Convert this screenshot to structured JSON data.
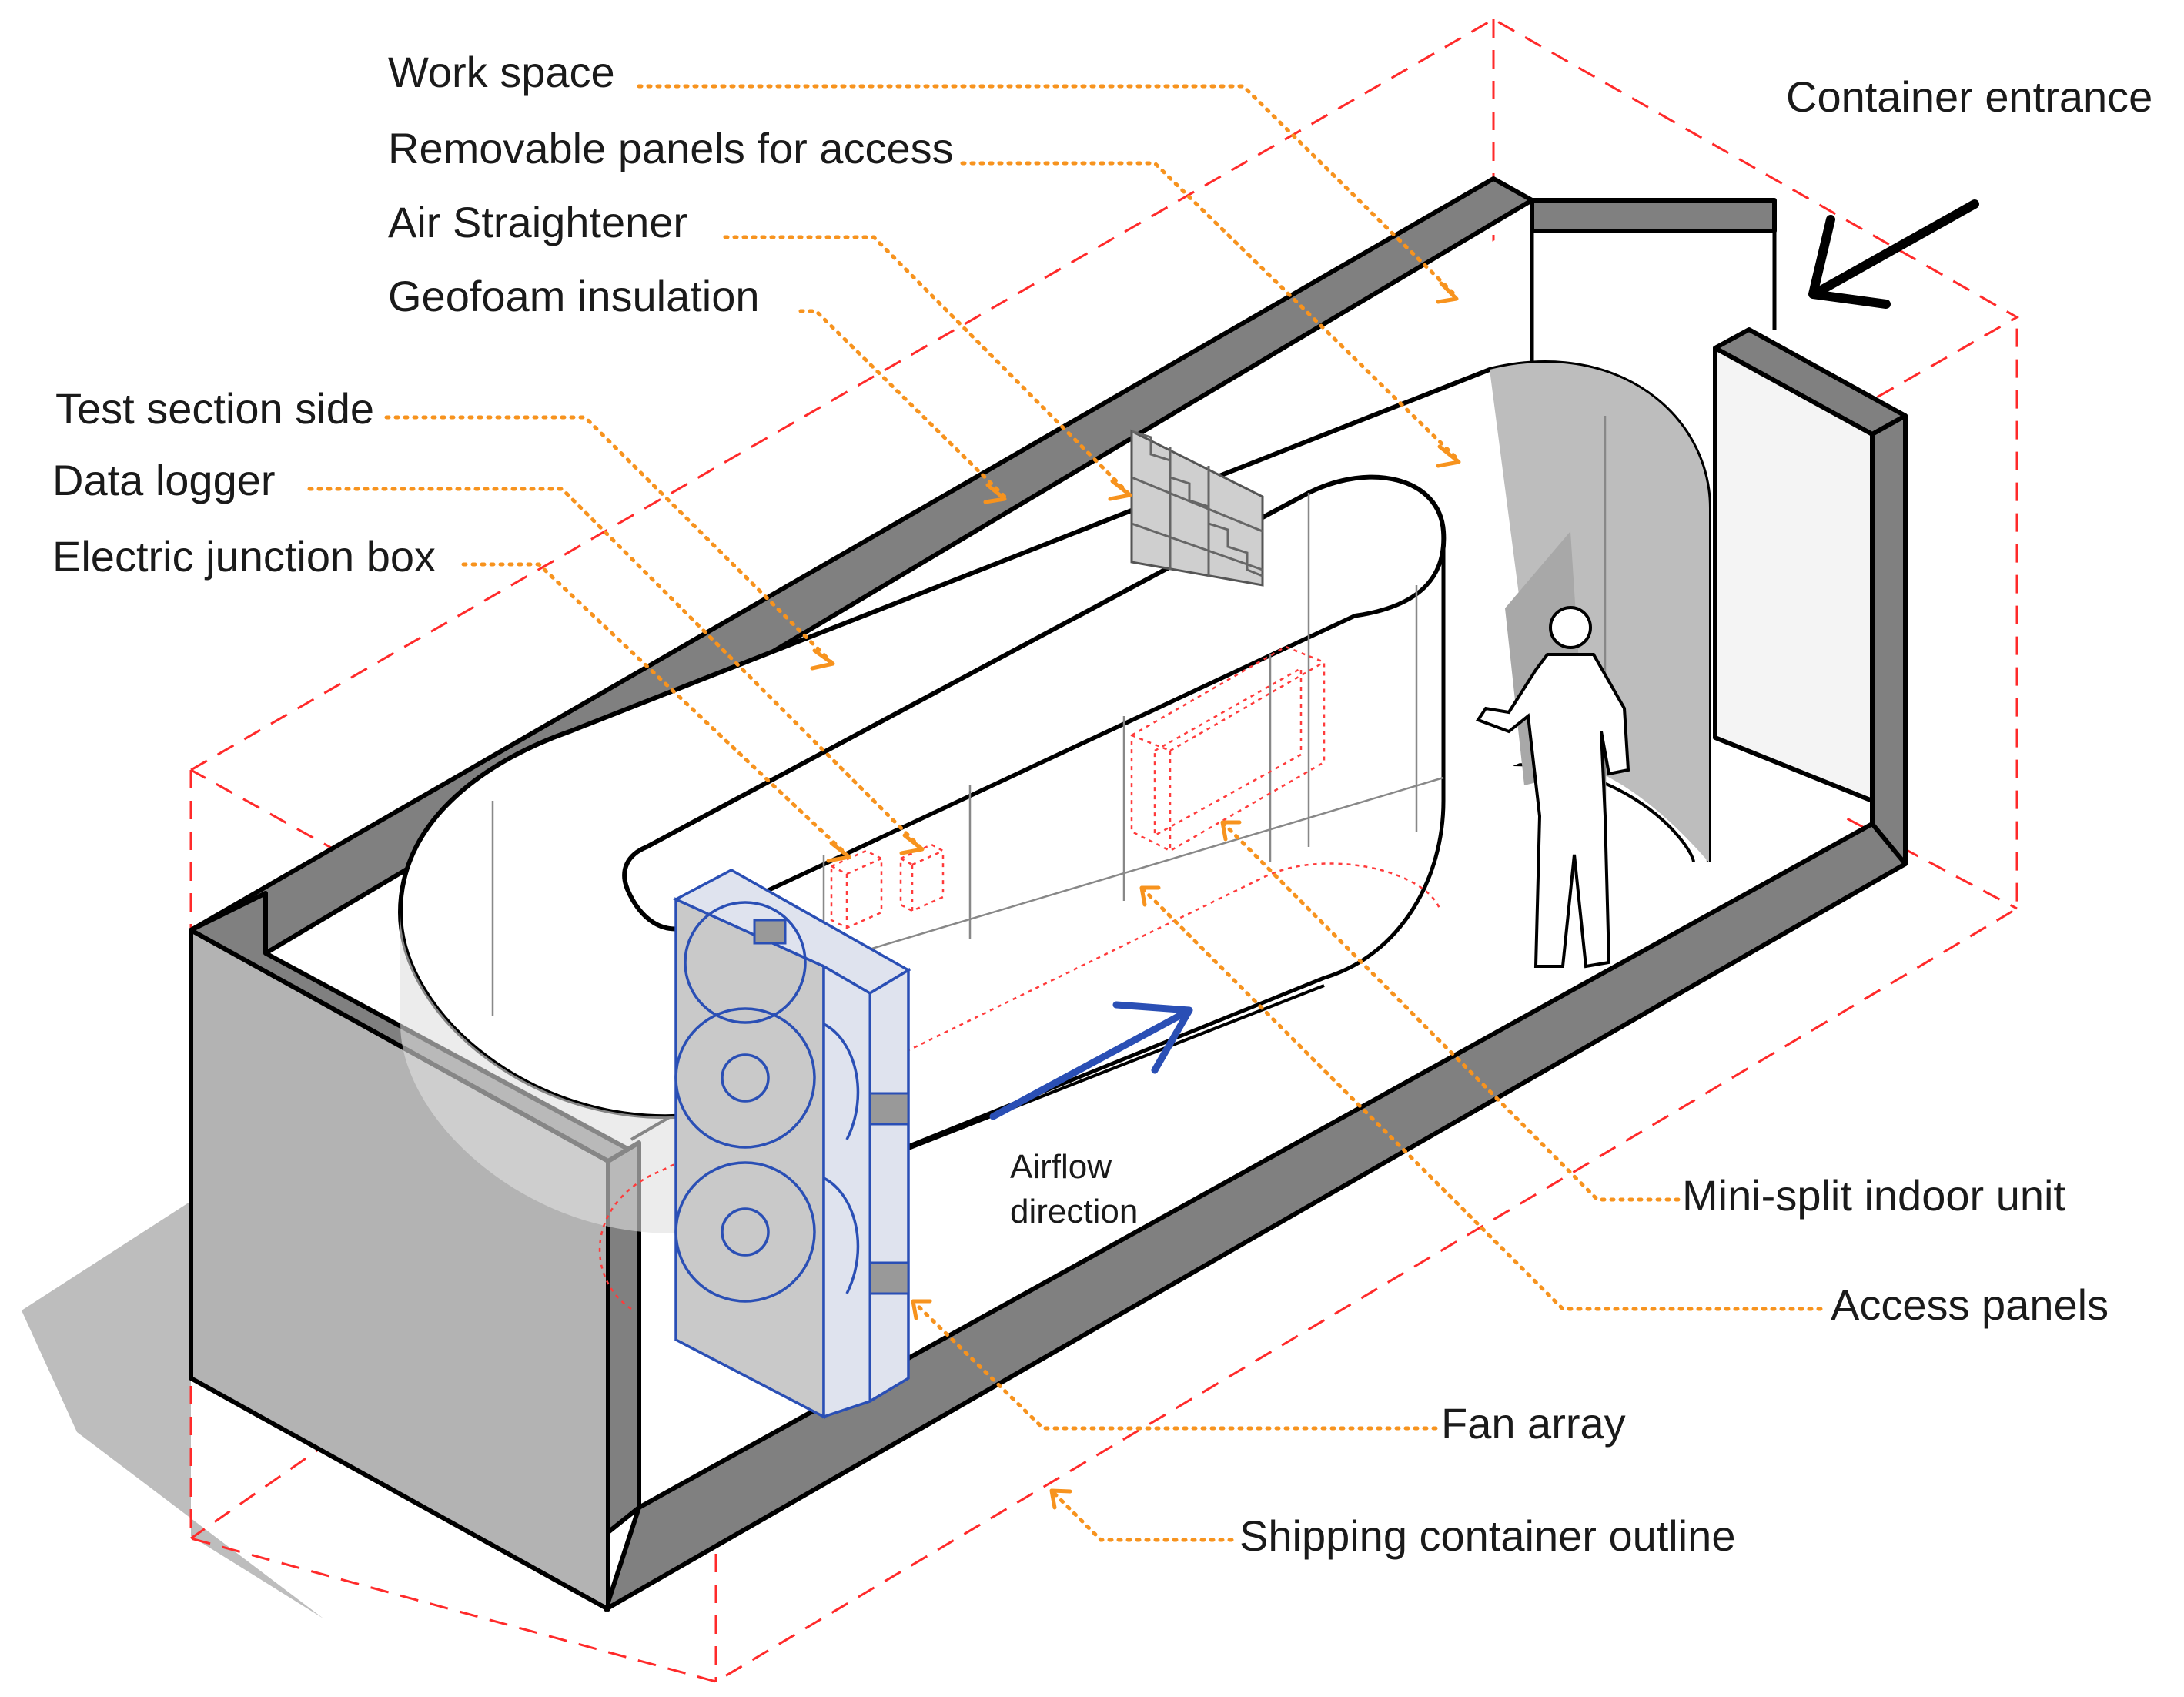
{
  "labels": {
    "work_space": "Work space",
    "removable_panels": "Removable panels for access",
    "air_straightener": "Air Straightener",
    "geofoam_insulation": "Geofoam insulation",
    "test_section_side": "Test section side",
    "data_logger": "Data logger",
    "electric_junction_box": "Electric junction box",
    "container_entrance": "Container entrance",
    "mini_split_indoor_unit": "Mini-split indoor unit",
    "access_panels": "Access panels",
    "fan_array": "Fan array",
    "shipping_container_outline": "Shipping container outline",
    "airflow_line1": "Airflow",
    "airflow_line2": "direction"
  },
  "colors": {
    "leader": "#f7931e",
    "container_outline": "#ff2a2a",
    "airflow_arrow": "#2a4fb5",
    "wall_top": "#808080",
    "wall_side": "#b3b3b3"
  }
}
